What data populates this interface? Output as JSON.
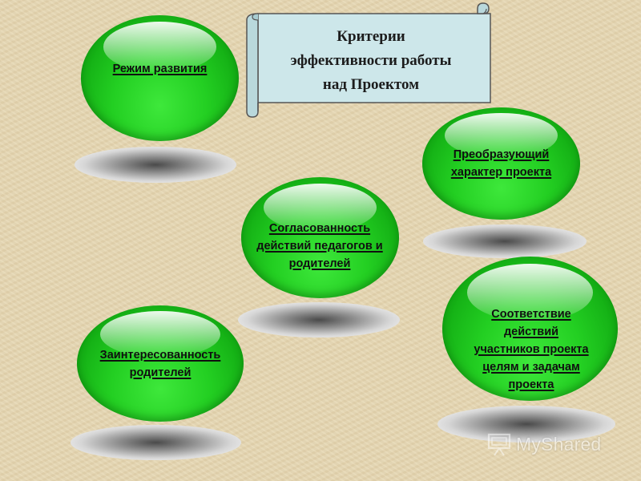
{
  "title_scroll": {
    "lines": [
      "Критерии",
      "эффективности работы",
      "над Проектом"
    ]
  },
  "criteria": [
    {
      "id": "development-mode",
      "lines": [
        "Режим развития"
      ]
    },
    {
      "id": "transformative-nature",
      "lines": [
        "Преобразующий",
        "характер проекта"
      ]
    },
    {
      "id": "coordination",
      "lines": [
        "Согласованность",
        "действий педагогов и",
        "родителей"
      ]
    },
    {
      "id": "parent-interest",
      "lines": [
        "Заинтересованность",
        "родителей"
      ]
    },
    {
      "id": "goal-alignment",
      "lines": [
        "Соответствие",
        "действий",
        "участников проекта",
        "целям и задачам",
        "проекта"
      ]
    }
  ],
  "watermark": {
    "text": "MyShared"
  },
  "colors": {
    "background": "#e6d7b2",
    "sphere_green": "#23cf22",
    "scroll_fill": "#cde7ea",
    "text": "#101010"
  }
}
